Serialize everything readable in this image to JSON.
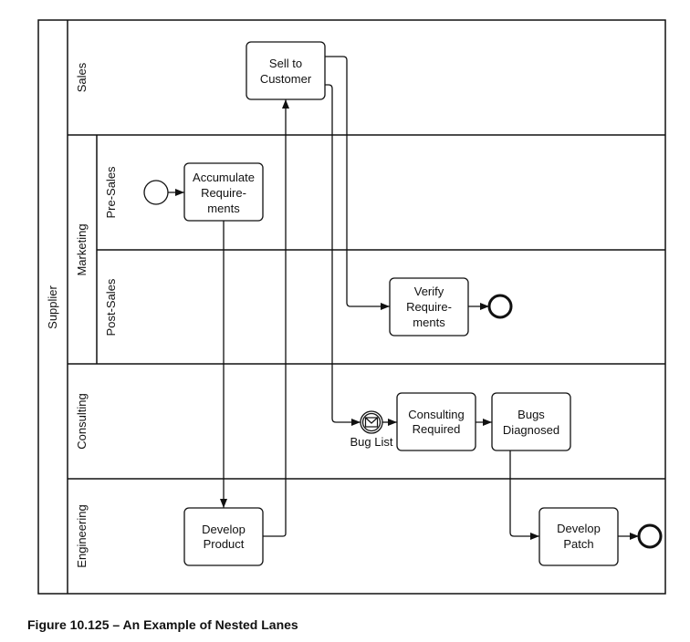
{
  "pool": {
    "label": "Supplier"
  },
  "lanes": {
    "sales": "Sales",
    "marketing": "Marketing",
    "pre_sales": "Pre-Sales",
    "post_sales": "Post-Sales",
    "consulting": "Consulting",
    "engineering": "Engineering"
  },
  "tasks": {
    "sell": [
      "Sell to",
      "Customer"
    ],
    "accumulate": [
      "Accumulate",
      "Require-",
      "ments"
    ],
    "verify": [
      "Verify",
      "Require-",
      "ments"
    ],
    "consulting": [
      "Consulting",
      "Required"
    ],
    "bugs": [
      "Bugs",
      "Diagnosed"
    ],
    "develop_product": [
      "Develop",
      "Product"
    ],
    "develop_patch": [
      "Develop",
      "Patch"
    ]
  },
  "events": {
    "message_label": "Bug List",
    "message_icon": "envelope-icon"
  },
  "caption": "Figure 10.125 – An Example of Nested Lanes"
}
